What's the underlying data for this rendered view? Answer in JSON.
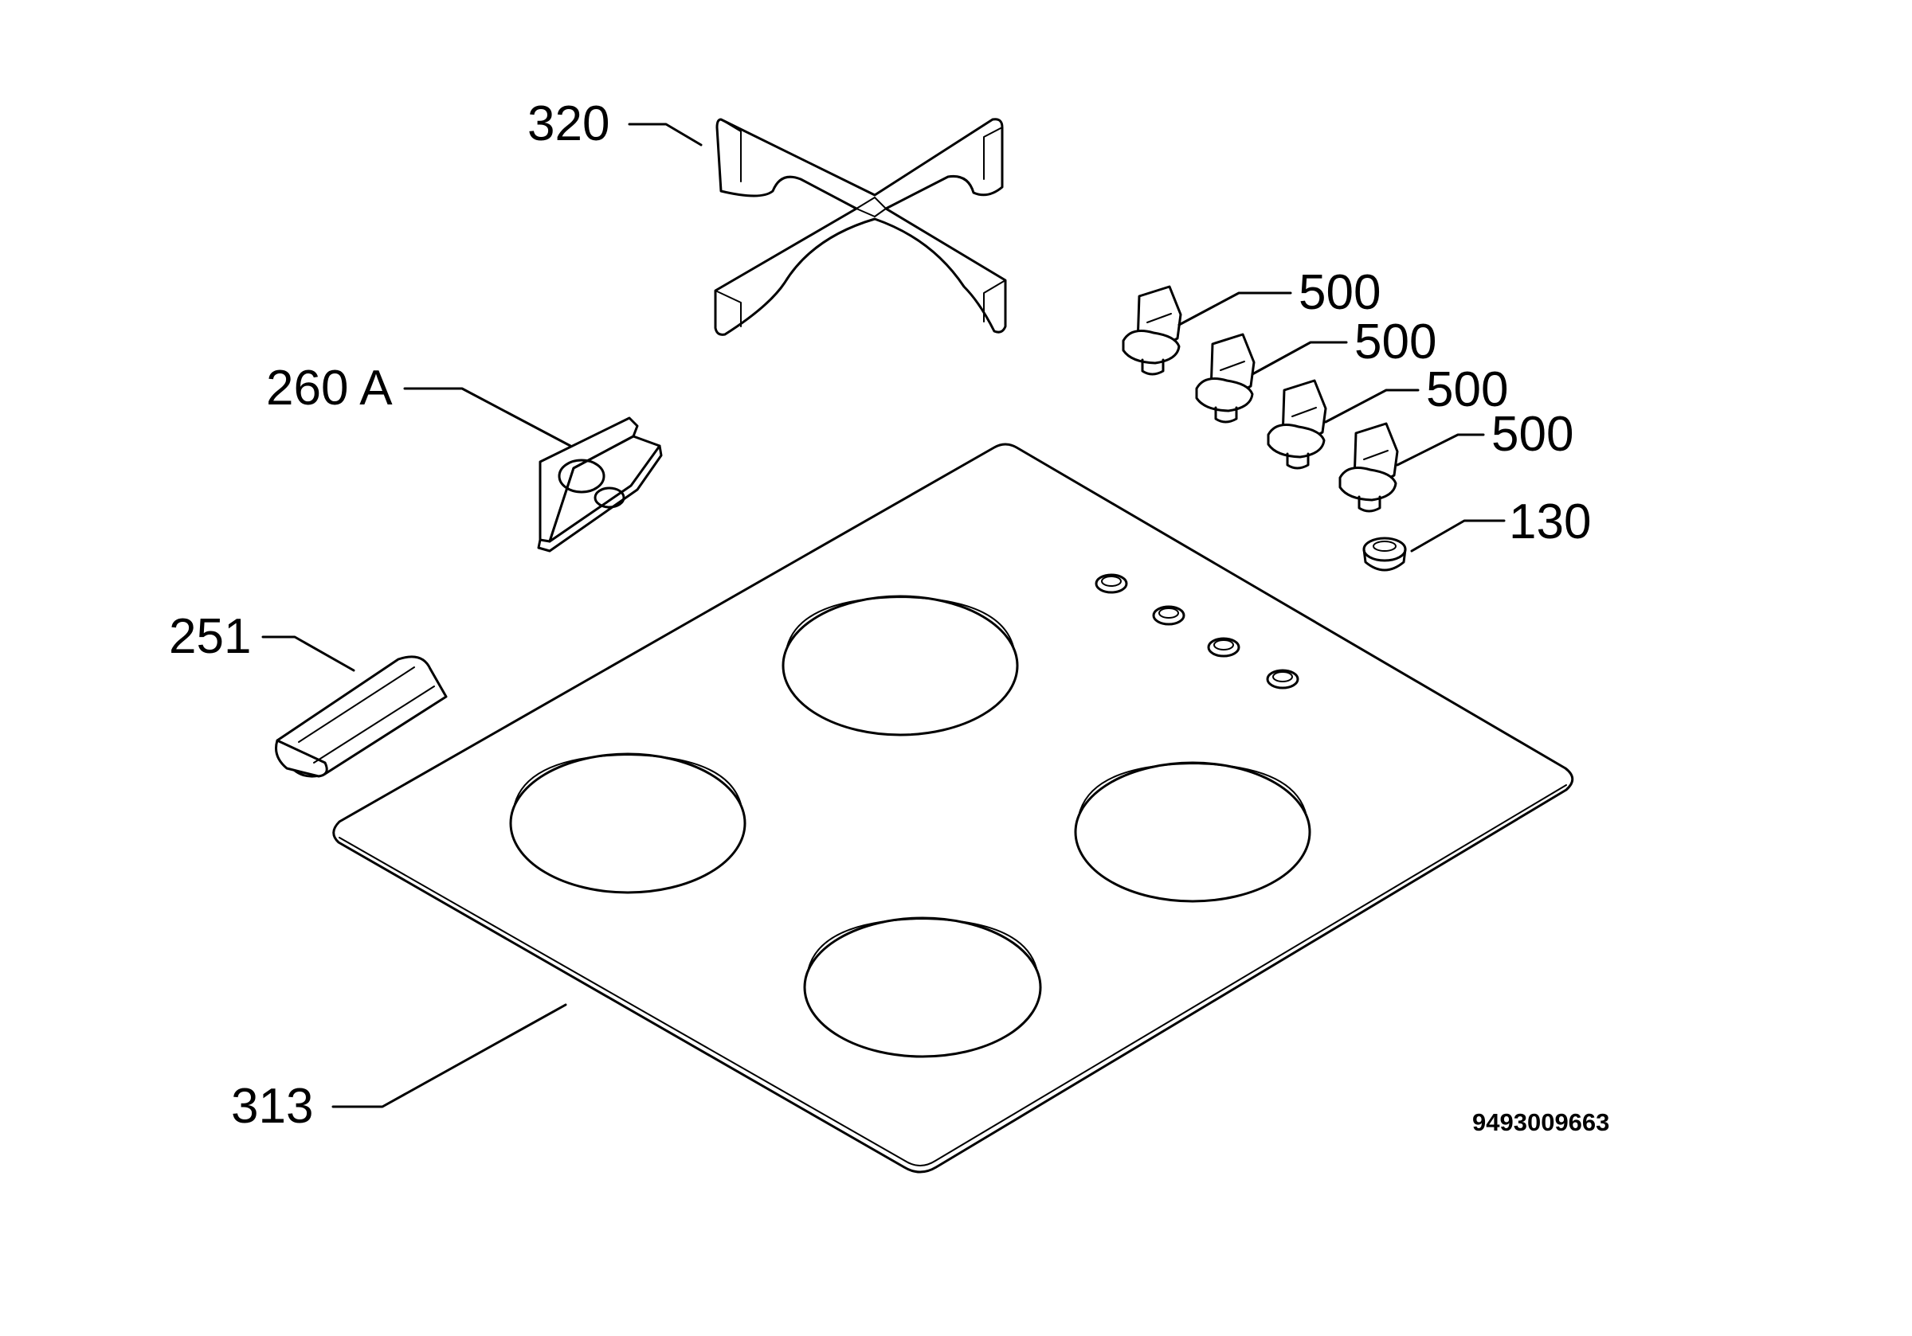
{
  "callouts": {
    "grid": "320",
    "bracket": "260 A",
    "clip": "251",
    "hob_top": "313",
    "knob_1": "500",
    "knob_2": "500",
    "knob_3": "500",
    "knob_4": "500",
    "knob_plug": "130"
  },
  "drawing_code": "9493009663"
}
